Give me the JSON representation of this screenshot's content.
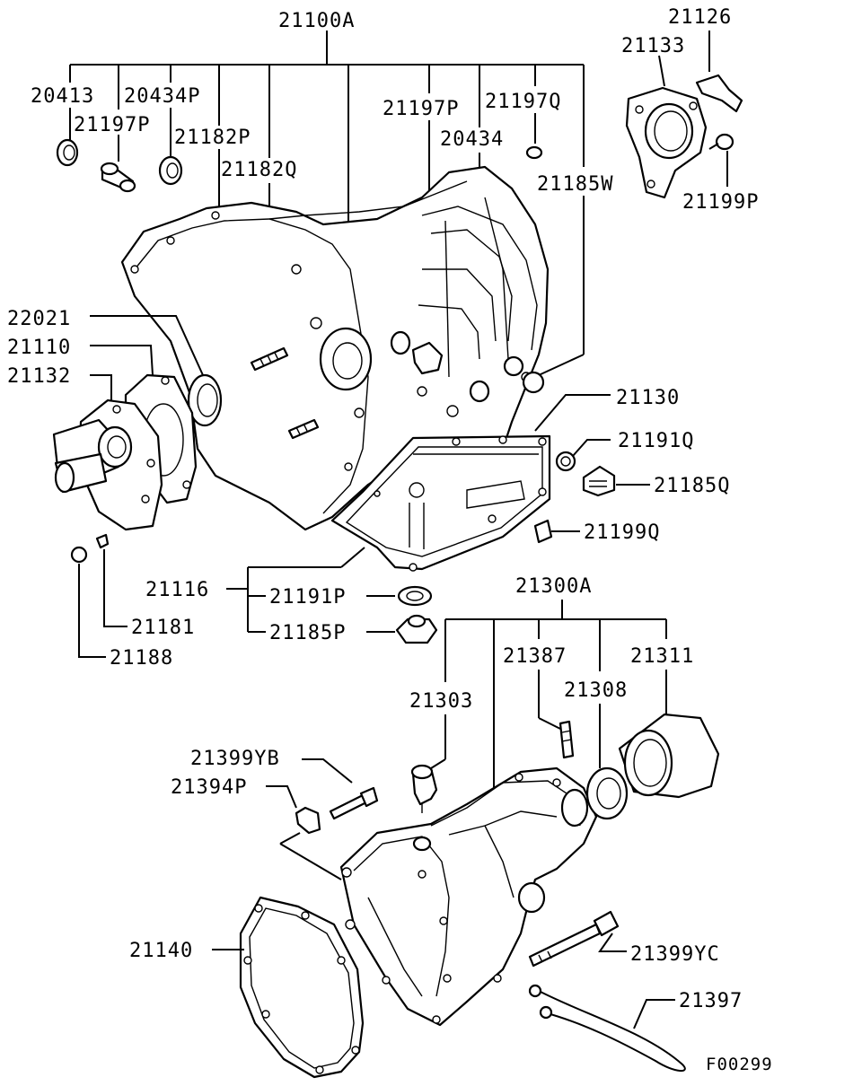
{
  "diagram": {
    "labels": {
      "main_case_assy": "21100A",
      "oil_seal_a": "20413",
      "bushing_a": "21197P",
      "oil_seal_b": "20434P",
      "stud_a": "21182P",
      "stud_b": "21182Q",
      "bushing_b": "21197P",
      "bushing_c": "21197Q",
      "oil_seal_c": "20434",
      "plug_w": "21185W",
      "bracket_tab": "21126",
      "bracket_plate": "21133",
      "bracket_bolt": "21199P",
      "seal_22021": "22021",
      "retainer_21110": "21110",
      "retainer_21132": "21132",
      "oil_pan_gasket": "21130",
      "gasket_q": "21191Q",
      "drain_plug_q": "21185Q",
      "pan_bolt": "21199Q",
      "oil_pan_assy": "21116",
      "gasket_p": "21191P",
      "drain_plug_p": "21185P",
      "pin_21181": "21181",
      "pin_21188": "21188",
      "extension_assy": "21300A",
      "part_21303": "21303",
      "stud_21387": "21387",
      "seal_21308": "21308",
      "dust_cover": "21311",
      "bolt_yb": "21399YB",
      "clip_21394p": "21394P",
      "extension_gasket": "21140",
      "bolt_yc": "21399YC",
      "wire_21397": "21397",
      "figure_code": "F00299"
    }
  }
}
